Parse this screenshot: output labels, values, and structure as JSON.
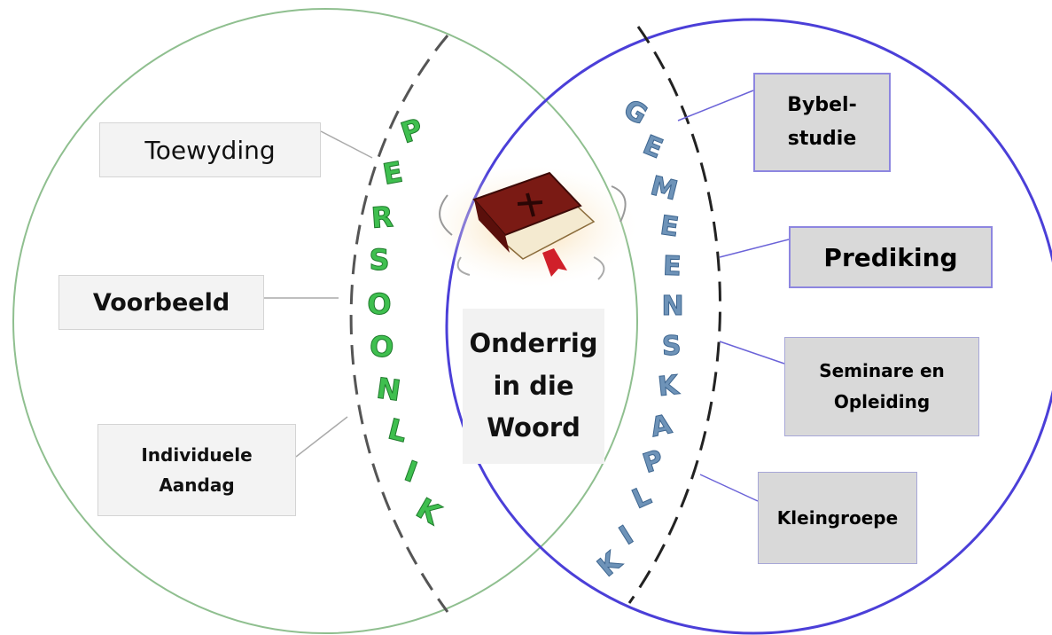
{
  "left_circle": {
    "arc_label": "PERSOONLIK",
    "items": [
      {
        "label": "Toewyding"
      },
      {
        "label": "Voorbeeld"
      },
      {
        "label": "Individuele Aandag"
      }
    ]
  },
  "right_circle": {
    "arc_label": "GEMEENSKAPLIK",
    "items": [
      {
        "label": "Bybel-studie"
      },
      {
        "label": "Prediking"
      },
      {
        "label": "Seminare en Opleiding"
      },
      {
        "label": "Kleingroepe"
      }
    ]
  },
  "center": {
    "label": "Onderrig in die Woord",
    "image": "bible-book-icon"
  },
  "colors": {
    "left_circle": "#8fbf8f",
    "right_circle": "#4b3fd8",
    "persoonlik_text": "#2fb34a",
    "gemeenskaplik_text": "#6e93b8",
    "dashed_arc": "#555555"
  }
}
